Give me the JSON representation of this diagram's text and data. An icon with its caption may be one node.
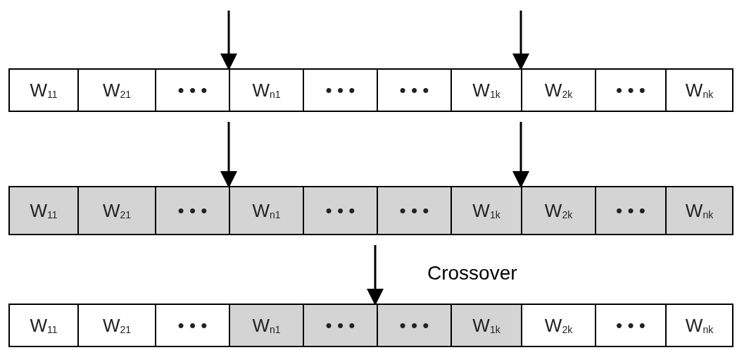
{
  "diagram": {
    "nodes": [
      {
        "text": [],
        "shape": "box"
      },
      {
        "text": [
          "W$_{11}$"
        ],
        "in": 0
      },
      {
        "text": [
          "W$_{21}$"
        ],
        "in": 0
      },
      {
        "text": [
          "• • •"
        ],
        "in": 0
      },
      {
        "text": [
          "W$_{n1}$"
        ],
        "in": 0
      },
      {
        "text": [
          "• • •"
        ],
        "in": 0
      },
      {
        "text": [
          "• • •"
        ],
        "in": 0
      },
      {
        "text": [
          "W$_{1k}$"
        ],
        "in": 0
      },
      {
        "text": [
          "W$_{2k}$"
        ],
        "in": 0
      },
      {
        "text": [
          "• • •"
        ],
        "in": 0
      },
      {
        "text": [
          "W$_{nk}$"
        ],
        "in": 0
      },
      {
        "text": [],
        "shape": "box"
      },
      {
        "text": [
          "W$_{11}$"
        ],
        "in": 11
      },
      {
        "text": [
          "W$_{21}$"
        ],
        "in": 11
      },
      {
        "text": [
          "• • •"
        ],
        "in": 11
      },
      {
        "text": [
          "W$_{n1}$"
        ],
        "in": 11
      },
      {
        "text": [
          "• • •"
        ],
        "in": 11
      },
      {
        "text": [
          "• • •"
        ],
        "in": 11
      },
      {
        "text": [
          "W$_{1k}$"
        ],
        "in": 11
      },
      {
        "text": [
          "W$_{2k}$"
        ],
        "in": 11
      },
      {
        "text": [
          "• • •"
        ],
        "in": 11
      },
      {
        "text": [
          "W$_{nk}$"
        ],
        "in": 11
      },
      {
        "text": [],
        "shape": "box"
      },
      {
        "text": [
          "W$_{11}$"
        ],
        "in": 22
      },
      {
        "text": [
          "W$_{21}$"
        ],
        "in": 22
      },
      {
        "text": [
          "• • •"
        ],
        "in": 22
      },
      {
        "text": [
          "W$_{n1}$"
        ],
        "in": 22
      },
      {
        "text": [
          "• • •"
        ],
        "in": 22
      },
      {
        "text": [
          "• • •"
        ],
        "in": 22
      },
      {
        "text": [
          "W$_{1k}$"
        ],
        "in": 22
      },
      {
        "text": [
          "W$_{2k}$"
        ],
        "in": 22
      },
      {
        "text": [
          "• • •"
        ],
        "in": 22
      },
      {
        "text": [
          "W$_{nk}$"
        ],
        "in": 22
      }
    ],
    "edges": [
      {
        "from": null,
        "to": 0,
        "arrow": "to"
      },
      {
        "from": null,
        "to": 0,
        "arrow": "to"
      },
      {
        "from": 0,
        "to": 11,
        "arrow": "to"
      },
      {
        "from": 0,
        "to": 11,
        "arrow": "to"
      },
      {
        "from": 11,
        "to": 22,
        "arrow": "to",
        "label": "Crossover"
      }
    ]
  }
}
